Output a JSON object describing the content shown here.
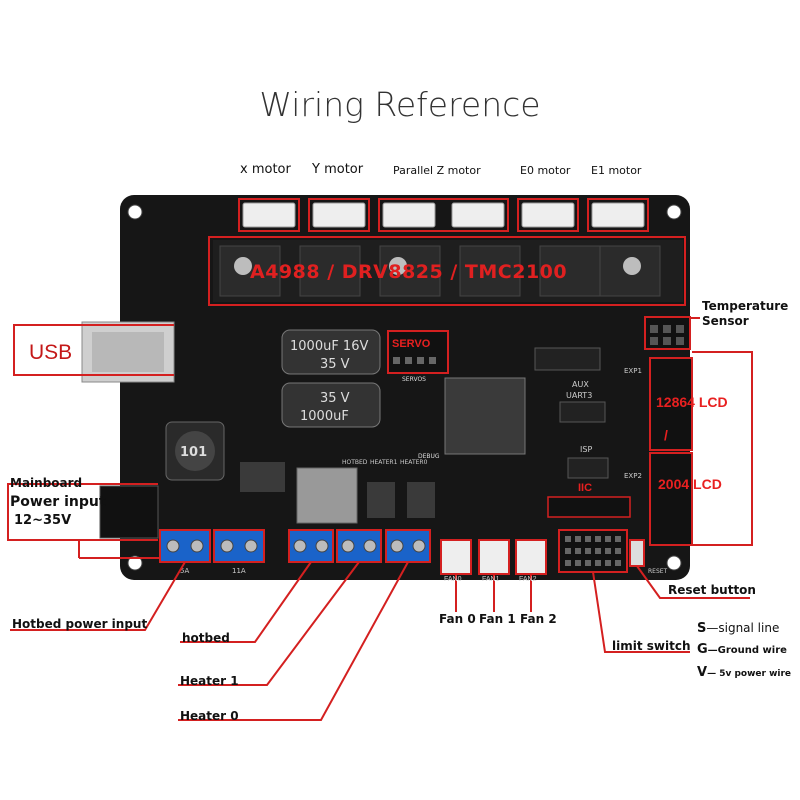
{
  "title": "Wiring Reference",
  "motors": {
    "x": "x motor",
    "y": "Y motor",
    "z": "Parallel Z motor",
    "e0": "E0 motor",
    "e1": "E1 motor"
  },
  "drivers": "A4988 / DRV8825 / TMC2100",
  "temperature_sensor": "Temperature\nSensor",
  "temperature_sensor_line1": "Temperature",
  "temperature_sensor_line2": "Sensor",
  "usb": "USB",
  "servo": "SERVO",
  "lcd_12864": "12864 LCD",
  "lcd_slash": "/",
  "lcd_2004": "2004 LCD",
  "iic": "IIC",
  "mainboard_power": {
    "line1": "Mainboard",
    "line2": "Power input",
    "line3": "12~35V"
  },
  "reset_button": "Reset button",
  "hotbed_power_input": "Hotbed power input",
  "hotbed": "hotbed",
  "heater1": "Heater 1",
  "heater0": "Heater 0",
  "fan0": "Fan 0",
  "fan1": "Fan 1",
  "fan2": "Fan 2",
  "limit_switch": "limit switch",
  "legend": [
    {
      "key": "S",
      "text": "—signal line"
    },
    {
      "key": "G",
      "text": "—Ground wire"
    },
    {
      "key": "V",
      "text": "— 5v power wire"
    }
  ],
  "silk": {
    "cap1": "1000uF 16V",
    "cap1_v": "35 V",
    "cap2": "1000uF",
    "cap2_v": "35 V",
    "inductor": "101",
    "hotbed": "HOTBED",
    "heater1": "HEATER1",
    "heater0": "HEATER0",
    "fan0": "FAN0",
    "fan1": "FAN1",
    "fan2": "FAN2",
    "aux": "AUX",
    "uart": "UART3",
    "isp": "ISP",
    "exp1": "EXP1",
    "exp2": "EXP2",
    "reset": "RESET",
    "servos": "SERVOS",
    "debug": "DEBUG",
    "v5a": "5A",
    "v11a": "11A"
  },
  "colors": {
    "board": "#151515",
    "callout": "#d42020",
    "terminal_blue": "#1a63c9",
    "connector_white": "#eeeeee",
    "chip": "#3a3a3a"
  }
}
